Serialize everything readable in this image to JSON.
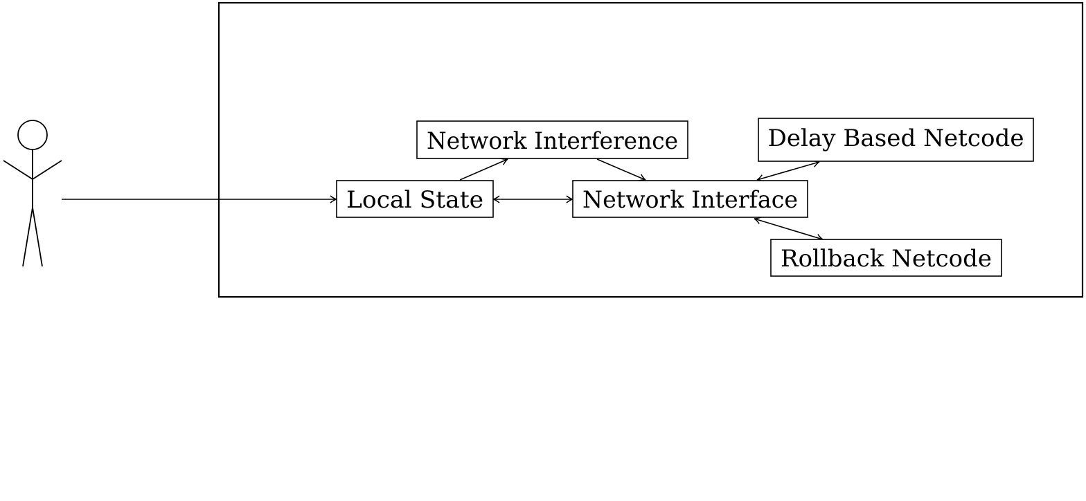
{
  "diagram": {
    "type": "use-case-diagram",
    "actor": {
      "shape": "stick-figure",
      "label": ""
    },
    "nodes": {
      "local_state": "Local State",
      "network_interference": "Network Interference",
      "network_interface": "Network Interface",
      "delay_based_netcode": "Delay Based Netcode",
      "rollback_netcode": "Rollback Netcode"
    },
    "edges": [
      {
        "from": "actor",
        "to": "local_state",
        "arrow": "forward"
      },
      {
        "from": "local_state",
        "to": "network_interface",
        "arrow": "both"
      },
      {
        "from": "local_state",
        "to": "network_interference",
        "arrow": "forward"
      },
      {
        "from": "network_interference",
        "to": "network_interface",
        "arrow": "forward"
      },
      {
        "from": "network_interface",
        "to": "delay_based_netcode",
        "arrow": "both"
      },
      {
        "from": "network_interface",
        "to": "rollback_netcode",
        "arrow": "both"
      }
    ],
    "colors": {
      "stroke": "#000000",
      "background": "#ffffff"
    }
  }
}
